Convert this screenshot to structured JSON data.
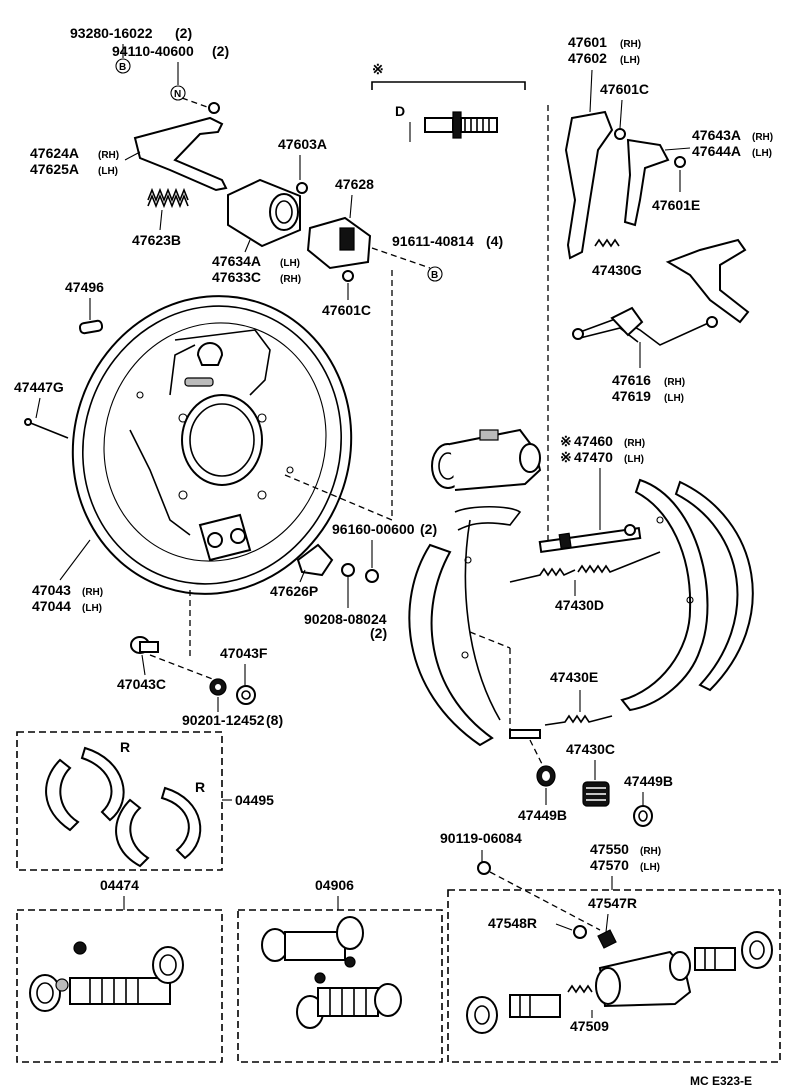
{
  "parts": {
    "p93280": {
      "num": "93280-16022",
      "qty": "(2)"
    },
    "p94110": {
      "num": "94110-40600",
      "qty": "(2)"
    },
    "p47624A": {
      "num": "47624A",
      "side": "(RH)"
    },
    "p47625A": {
      "num": "47625A",
      "side": "(LH)"
    },
    "p47623B": {
      "num": "47623B"
    },
    "p47603A": {
      "num": "47603A"
    },
    "p47634A": {
      "num": "47634A",
      "side": "(LH)"
    },
    "p47633C": {
      "num": "47633C",
      "side": "(RH)"
    },
    "p47628": {
      "num": "47628"
    },
    "p91611": {
      "num": "91611-40814",
      "qty": "(4)"
    },
    "p47601C_mid": {
      "num": "47601C"
    },
    "p47496": {
      "num": "47496"
    },
    "p47447G": {
      "num": "47447G"
    },
    "p47043": {
      "num": "47043",
      "side": "(RH)"
    },
    "p47044": {
      "num": "47044",
      "side": "(LH)"
    },
    "p47626P": {
      "num": "47626P"
    },
    "p96160": {
      "num": "96160-00600",
      "qty": "(2)"
    },
    "p90208": {
      "num": "90208-08024",
      "qty": "(2)"
    },
    "p47043C": {
      "num": "47043C"
    },
    "p47043F": {
      "num": "47043F"
    },
    "p90201": {
      "num": "90201-12452",
      "qty": "(8)"
    },
    "p47601": {
      "num": "47601",
      "side": "(RH)"
    },
    "p47602": {
      "num": "47602",
      "side": "(LH)"
    },
    "p47601C": {
      "num": "47601C"
    },
    "p47643A": {
      "num": "47643A",
      "side": "(RH)"
    },
    "p47644A": {
      "num": "47644A",
      "side": "(LH)"
    },
    "p47601E": {
      "num": "47601E"
    },
    "p47430G": {
      "num": "47430G"
    },
    "p47616": {
      "num": "47616",
      "side": "(RH)"
    },
    "p47619": {
      "num": "47619",
      "side": "(LH)"
    },
    "p47460": {
      "num": "47460",
      "side": "(RH)"
    },
    "p47470": {
      "num": "47470",
      "side": "(LH)"
    },
    "p47430D": {
      "num": "47430D"
    },
    "p47430E": {
      "num": "47430E"
    },
    "p47430C": {
      "num": "47430C"
    },
    "p47449B_l": {
      "num": "47449B"
    },
    "p47449B_r": {
      "num": "47449B"
    },
    "p04495": {
      "num": "04495"
    },
    "p04474": {
      "num": "04474"
    },
    "p04906": {
      "num": "04906"
    },
    "p90119": {
      "num": "90119-06084"
    },
    "p47550": {
      "num": "47550",
      "side": "(RH)"
    },
    "p47570": {
      "num": "47570",
      "side": "(LH)"
    },
    "p47547R": {
      "num": "47547R"
    },
    "p47548R": {
      "num": "47548R"
    },
    "p47509": {
      "num": "47509"
    }
  },
  "markers": {
    "ring_b": "B",
    "ring_n": "N",
    "star": "※",
    "dim_d": "D",
    "shoe_r": "R"
  },
  "footer": {
    "code": "MC  E323-E"
  },
  "colors": {
    "ink": "#000000",
    "paper": "#ffffff"
  }
}
